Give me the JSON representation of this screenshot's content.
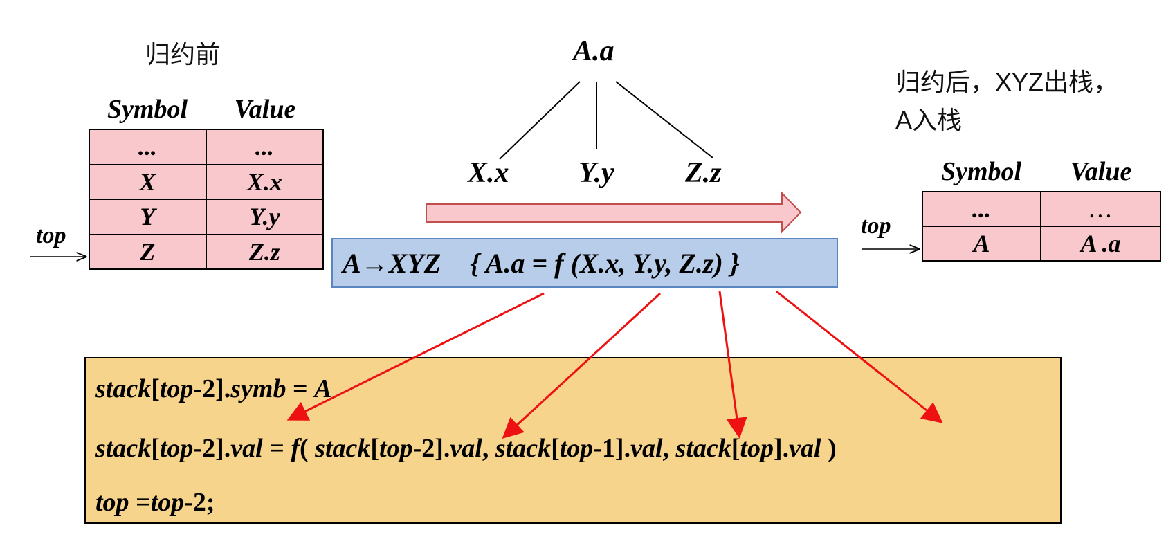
{
  "labels": {
    "before": "归约前",
    "after_line1": "归约后，XYZ出栈，",
    "after_line2": "A入栈",
    "top_left": "top",
    "top_right": "top"
  },
  "tree": {
    "root": "A.a",
    "children": [
      "X.x",
      "Y.y",
      "Z.z"
    ]
  },
  "left_table": {
    "headers": [
      "Symbol",
      "Value"
    ],
    "rows": [
      [
        "...",
        "..."
      ],
      [
        "X",
        "X.x"
      ],
      [
        "Y",
        "Y.y"
      ],
      [
        "Z",
        "Z.z"
      ]
    ]
  },
  "right_table": {
    "headers": [
      "Symbol",
      "Value"
    ],
    "rows": [
      [
        "...",
        "…"
      ],
      [
        "A",
        "A .a"
      ]
    ]
  },
  "rule": {
    "production": "A→XYZ",
    "action": "{ A.a = f (X.x, Y.y, Z.z) }"
  },
  "code": {
    "line1": "stack[top-2].symb = A",
    "line2": "stack[top-2].val = f( stack[top-2].val, stack[top-1].val, stack[top].val )",
    "line3": "top =top-2;"
  },
  "colors": {
    "table_fill": "#f8c8cd",
    "rule_fill": "#b7cde9",
    "rule_border": "#5b86bf",
    "code_fill": "#f7d48c",
    "arrow_red": "#ee1111",
    "big_arrow_fill": "#f8c8cd",
    "big_arrow_stroke": "#c0504d"
  }
}
